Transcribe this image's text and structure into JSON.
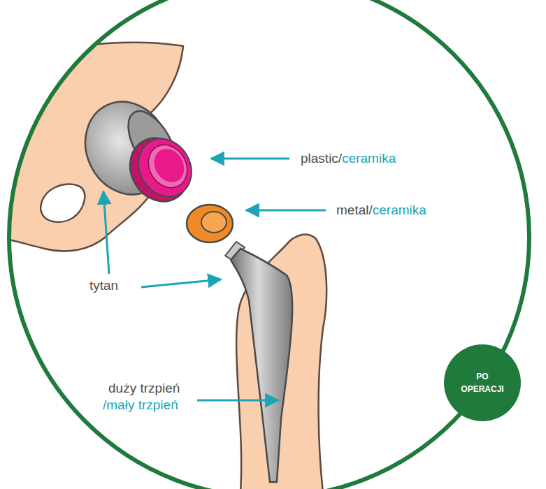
{
  "diagram": {
    "nodes": [
      {
        "text": [
          "PO OPERACJI"
        ]
      }
    ],
    "labels": [
      "plastic/",
      "ceramika",
      "metal/",
      "ceramika",
      "tytan",
      "duży trzpień",
      "/mały trzpień"
    ]
  }
}
